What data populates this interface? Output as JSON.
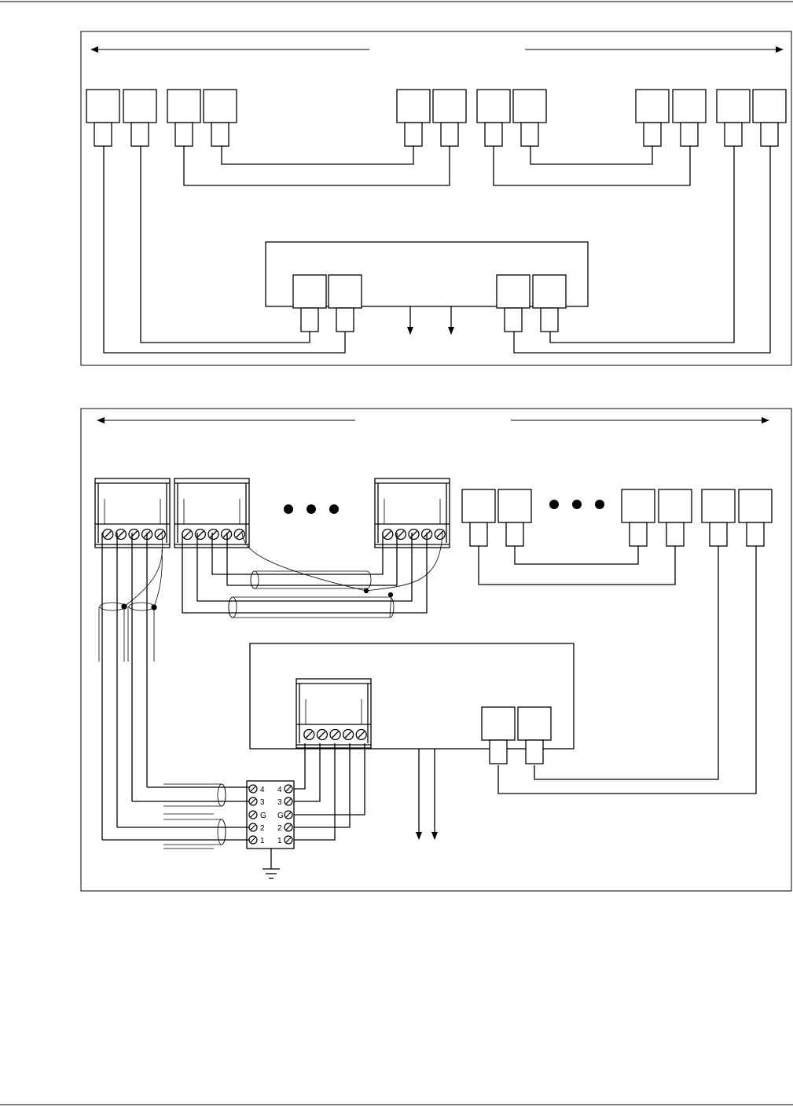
{
  "page": {
    "type": "wiring-diagram-page",
    "stroke_color": "#000000",
    "background": "#ffffff"
  },
  "diagram1": {
    "description": "coax ring wiring, 12 top connectors, central unit with 4 connectors and 2 outputs",
    "arrow_left": "double-headed dimension arrow (left segment)",
    "arrow_right": "double-headed dimension arrow (right segment)"
  },
  "diagram2": {
    "terminal_block": {
      "left_labels": [
        "4",
        "3",
        "G",
        "2",
        "1"
      ],
      "right_labels": [
        "4",
        "3",
        "G",
        "2",
        "1"
      ]
    },
    "ellipsis_icons": [
      "dots-icon",
      "dots-icon"
    ],
    "ground_icon": "ground-icon"
  }
}
